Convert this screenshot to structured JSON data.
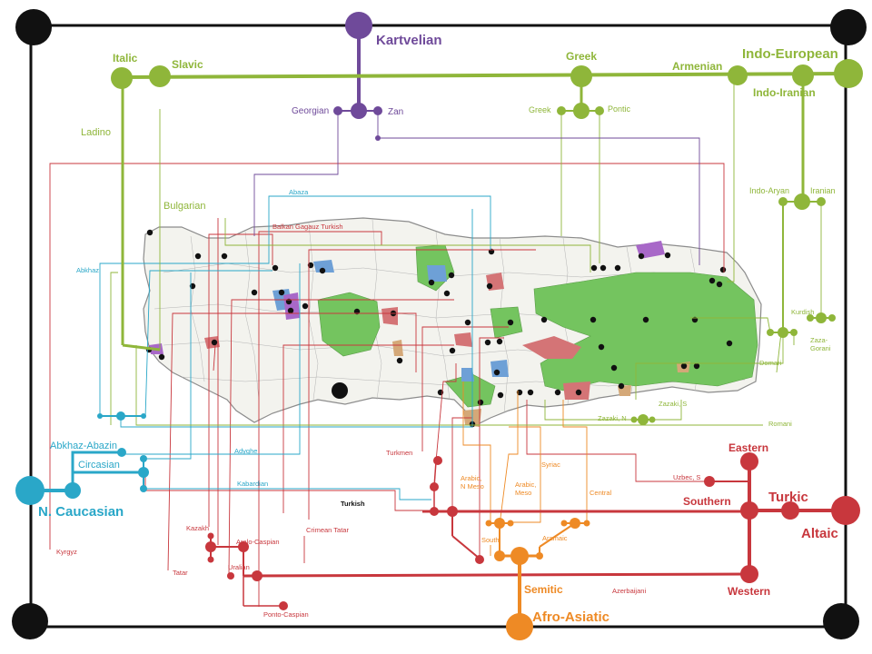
{
  "colors": {
    "frame": "#000000",
    "kartvelian": "#6f4a9a",
    "indo_european": "#8fb63a",
    "caucasian": "#2aa7c8",
    "turkic": "#c8373d",
    "semitic": "#ee8a25",
    "land": "#f4f4f0",
    "green_area": "#74c45f"
  },
  "families": {
    "kartvelian": "Kartvelian",
    "indo_european": "Indo-European",
    "n_caucasian": "N. Caucasian",
    "afro_asiatic": "Afro-Asiatic",
    "altaic": "Altaic",
    "turkic": "Turkic",
    "semitic": "Semitic"
  },
  "kartvelian_nodes": {
    "georgian": "Georgian",
    "zan": "Zan"
  },
  "indo_european_nodes": {
    "italic": "Italic",
    "slavic": "Slavic",
    "greek": "Greek",
    "armenian": "Armenian",
    "indo_iranian": "Indo-Iranian",
    "ladino": "Ladino",
    "bulgarian": "Bulgarian",
    "greek_leaf": "Greek",
    "pontic": "Pontic",
    "indo_aryan": "Indo-Aryan",
    "iranian": "Iranian",
    "kurdish": "Kurdish",
    "domari": "Domari",
    "zaza_gorani": "Zaza-\nGorani",
    "zazaki_n": "Zazaki, N",
    "zazaki_s": "Zazaki, S",
    "romani": "Romani"
  },
  "caucasian_nodes": {
    "abkhaz_abazin": "Abkhaz-Abazin",
    "circasian": "Circasian",
    "abaza": "Abaza",
    "abkhaz": "Abkhaz",
    "adyghe": "Adyghe",
    "kabardian": "Kabardian"
  },
  "turkic_nodes": {
    "eastern": "Eastern",
    "southern": "Southern",
    "western": "Western",
    "balkan_gagauz": "Balkan  Gagauz Turkish",
    "turkmen": "Turkmen",
    "turkish": "Turkish",
    "crimean_tatar": "Crimean  Tatar",
    "kazakh": "Kazakh",
    "aralo_caspian": "Aralo-Caspian",
    "kyrgyz": "Kyrgyz",
    "tatar": "Tatar",
    "uralian": "Uralian",
    "ponto_caspian": "Ponto-Caspian",
    "uzbek_s": "Uzbec, S",
    "azerbaijani": "Azerbaijani"
  },
  "semitic_nodes": {
    "arabic_n_meso": "Arabic,\nN Meso",
    "arabic_meso": "Arabic,\nMeso",
    "syriac": "Syriac",
    "central": "Central",
    "aramaic": "Aramaic",
    "south": "South"
  }
}
